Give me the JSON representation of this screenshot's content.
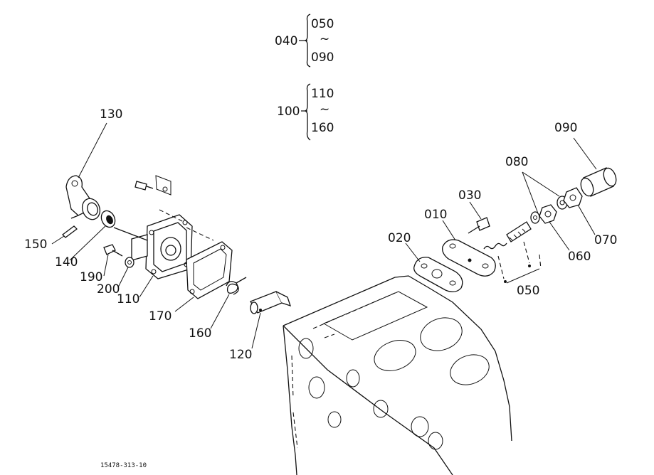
{
  "groups": [
    {
      "parent": "040",
      "first": "050",
      "sep": "~",
      "last": "090"
    },
    {
      "parent": "100",
      "first": "110",
      "sep": "~",
      "last": "160"
    }
  ],
  "labels": {
    "p130": "130",
    "p150": "150",
    "p140": "140",
    "p190": "190",
    "p200": "200",
    "p110": "110",
    "p170": "170",
    "p160": "160",
    "p120": "120",
    "p020": "020",
    "p010": "010",
    "p030": "030",
    "p080": "080",
    "p090": "090",
    "p070": "070",
    "p060": "060",
    "p050": "050"
  },
  "drawing_code": "15478-313-10"
}
